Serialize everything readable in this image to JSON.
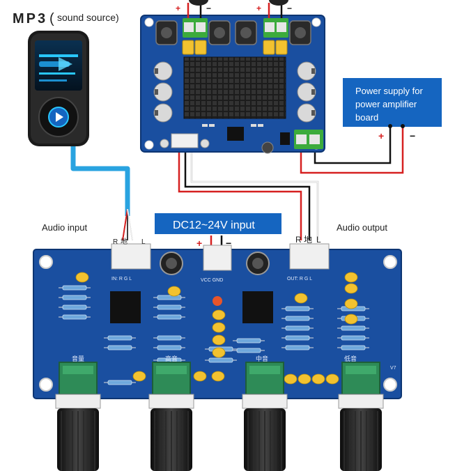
{
  "title": {
    "main": "MP3",
    "paren": "(",
    "sub": "sound source)"
  },
  "labels": {
    "audio_input": "Audio input",
    "audio_output": "Audio output",
    "power_supply": [
      "Power supply for",
      "power amplifier",
      "board"
    ],
    "dc_input": "DC12~24V input"
  },
  "pins": {
    "plus": "+",
    "minus": "−",
    "r": "R",
    "gnd_cn": "地",
    "l": "L",
    "in_header": "IN: R  G  L",
    "out_header": "OUT: R  G  L",
    "vcc_gnd": "VCC GND",
    "knob_labels": [
      "音量",
      "高音",
      "中音",
      "低音"
    ],
    "board_mark": "V7"
  },
  "colors": {
    "board_blue": "#1a4fa0",
    "board_blue_dark": "#113b80",
    "label_blue": "#1565c0",
    "wire_red": "#d62020",
    "wire_black": "#111111",
    "wire_white": "#f5f5f5",
    "wire_cyan": "#29a3e0",
    "terminal_green": "#3cab3c",
    "pot_green": "#2e8b57",
    "cap_yellow": "#f2c230"
  }
}
